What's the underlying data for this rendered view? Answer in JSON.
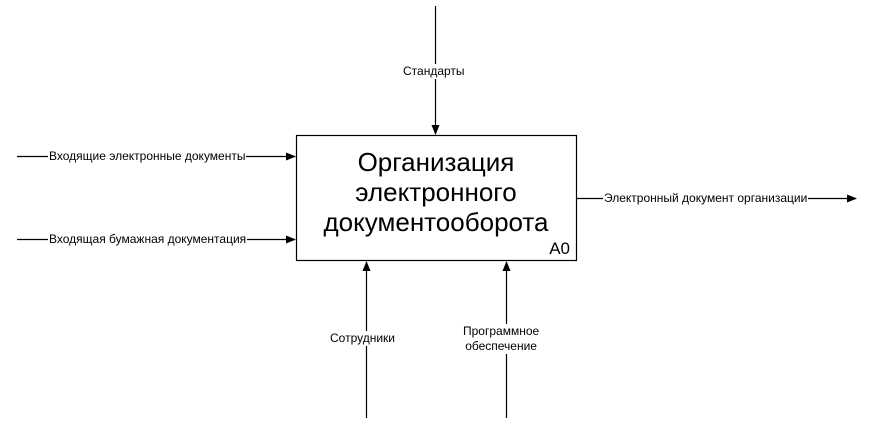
{
  "activity": {
    "title_lines": [
      "Организация",
      "электронного",
      "документооборота"
    ],
    "node_id": "A0"
  },
  "inputs": [
    "Входящие электронные документы",
    "Входящая бумажная документация"
  ],
  "control": "Стандарты",
  "output": "Электронный документ организации",
  "mechanisms": {
    "staff": "Сотрудники",
    "software_lines": [
      "Программное",
      "обеспечение"
    ]
  }
}
